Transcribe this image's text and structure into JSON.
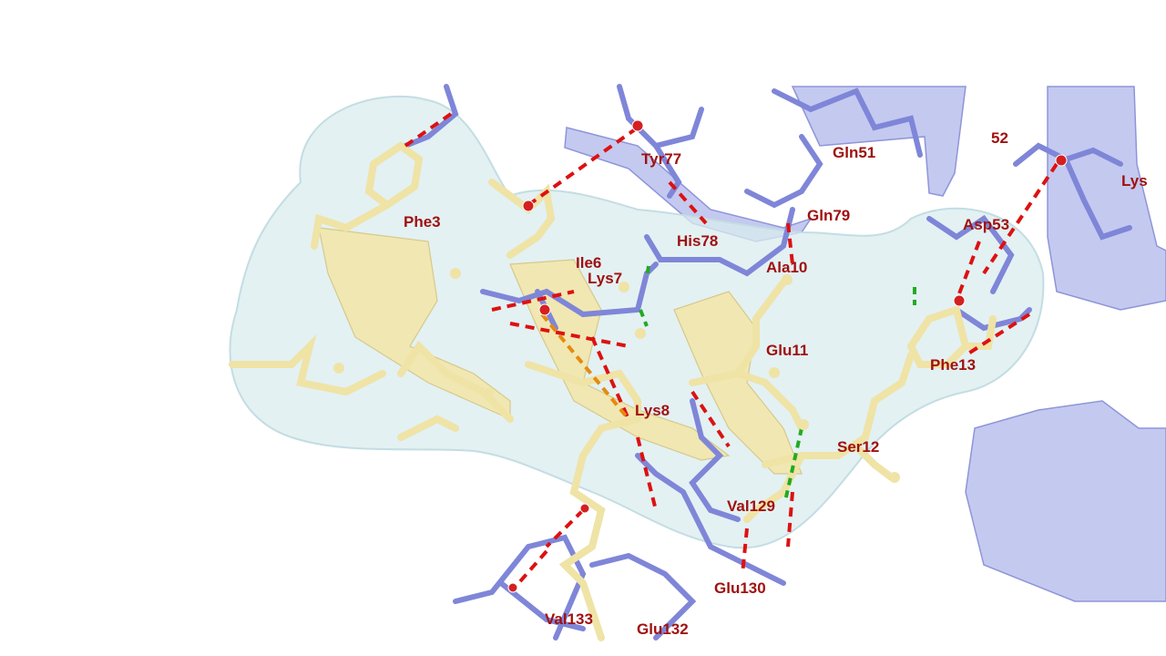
{
  "labels": {
    "phe3": "Phe3",
    "ile6": "Ile6",
    "lys7": "Lys7",
    "lys8": "Lys8",
    "ala10": "Ala10",
    "glu11": "Glu11",
    "ser12": "Ser12",
    "phe13": "Phe13",
    "tyr77": "Tyr77",
    "his78": "His78",
    "gln79": "Gln79",
    "gln51": "Gln51",
    "res52": "52",
    "asp53": "Asp53",
    "lys_partial": "Lys",
    "val129": "Val129",
    "glu130": "Glu130",
    "glu132": "Glu132",
    "val133": "Val133"
  },
  "colors": {
    "label": "#a01010",
    "peptide_carbon": "#efe3a6",
    "peptide_ribbon": "#f1e7b2",
    "protein_carbon": "#7f86d8",
    "protein_ribbon": "#c4c9f0",
    "surface": "#d9ecef",
    "hbond": "#dd1111",
    "hydrophobic": "#e58a10",
    "pi_contact": "#22aa22",
    "oxygen": "#d42020"
  }
}
